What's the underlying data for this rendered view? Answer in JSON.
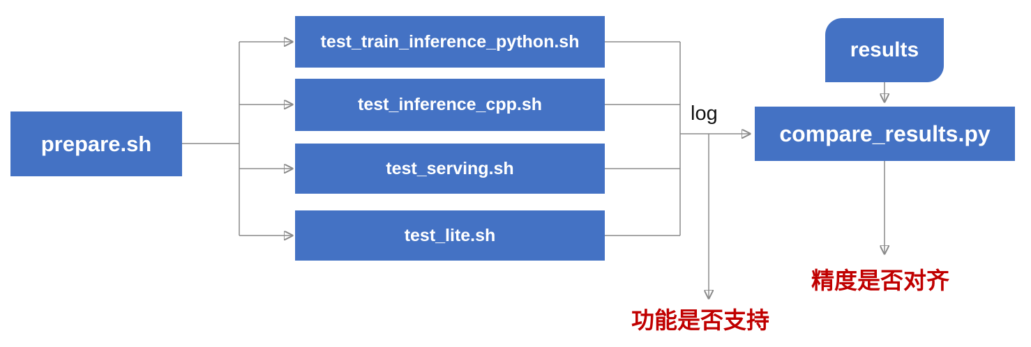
{
  "nodes": {
    "prepare": "prepare.sh",
    "test_train_inference_python": "test_train_inference_python.sh",
    "test_inference_cpp": "test_inference_cpp.sh",
    "test_serving": "test_serving.sh",
    "test_lite": "test_lite.sh",
    "results": "results",
    "compare_results": "compare_results.py"
  },
  "labels": {
    "log": "log"
  },
  "annotations": {
    "function_support": "功能是否支持",
    "precision_alignment": "精度是否对齐"
  },
  "colors": {
    "node_fill": "#4472C4",
    "node_text": "#FFFFFF",
    "connector": "#8A8A8A",
    "arrowhead": "#7F7F7F",
    "annotation_text": "#C00000",
    "edge_label_text": "#111111",
    "background": "#FFFFFF"
  }
}
